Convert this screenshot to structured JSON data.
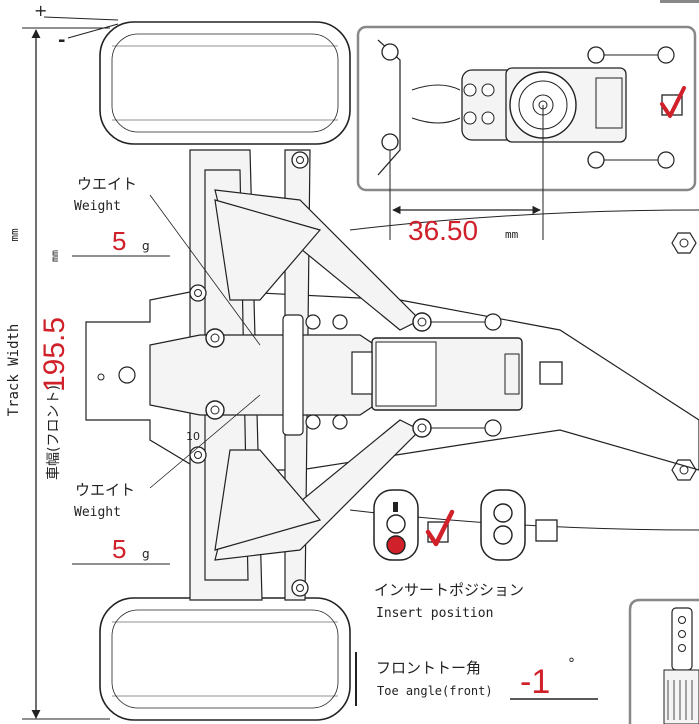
{
  "track_width": {
    "label_en": "Track Width",
    "label_jp": "車幅(フロント)",
    "value": "195.5",
    "unit": "mm",
    "outer_unit": "mm"
  },
  "camber_signs": {
    "plus": "+",
    "minus": "-"
  },
  "weight_top": {
    "jp": "ウエイト",
    "en": "Weight",
    "value": "5",
    "unit": "g"
  },
  "weight_bottom": {
    "jp": "ウエイト",
    "en": "Weight",
    "value": "5",
    "unit": "g"
  },
  "servo_inset": {
    "value": "36.50",
    "unit": "mm",
    "checked": true
  },
  "insert_position": {
    "jp": "インサートポジション",
    "en": "Insert position",
    "option_a_checked": true,
    "option_b_checked": false
  },
  "toe_angle": {
    "jp": "フロントトー角",
    "en": "Toe angle(front)",
    "value": "-1",
    "unit": "°"
  },
  "arm_marking": "10",
  "servo_option_checked": false,
  "colors": {
    "accent": "#d0202a",
    "line": "#222222",
    "part_fill": "#f4f4f4"
  }
}
